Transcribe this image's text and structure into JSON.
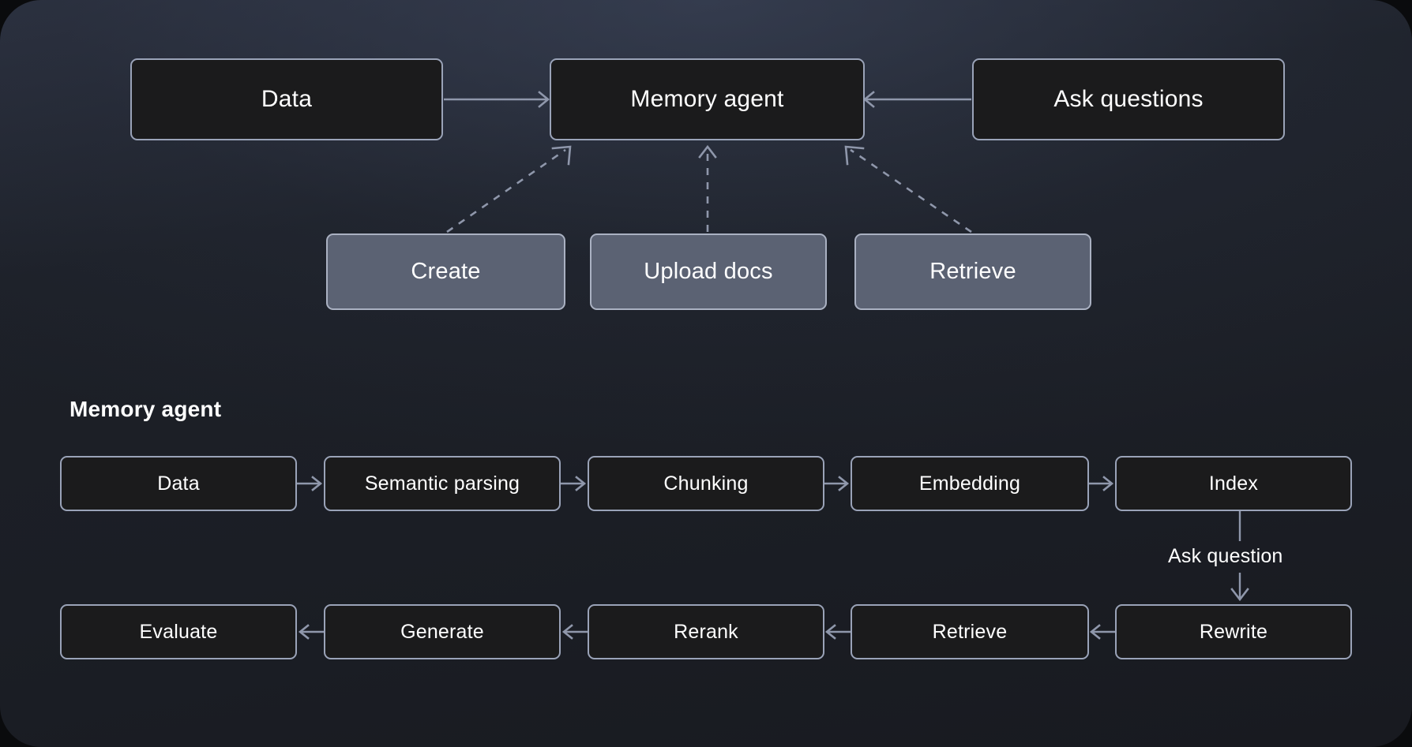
{
  "diagram": {
    "background_color": "#1a1d23",
    "box_fill_dark": "#1b1b1c",
    "box_fill_slate": "#5b6273",
    "border_color": "#9aa3b8",
    "connector_color": "#8f97ab",
    "text_color": "#ffffff"
  },
  "top_section": {
    "nodes": [
      {
        "id": "data",
        "label": "Data",
        "style": "dark"
      },
      {
        "id": "memory-agent",
        "label": "Memory agent",
        "style": "dark"
      },
      {
        "id": "ask-questions",
        "label": "Ask questions",
        "style": "dark"
      }
    ],
    "actions": [
      {
        "id": "create",
        "label": "Create",
        "style": "slate"
      },
      {
        "id": "upload-docs",
        "label": "Upload docs",
        "style": "slate"
      },
      {
        "id": "retrieve",
        "label": "Retrieve",
        "style": "slate"
      }
    ],
    "edges": [
      {
        "from": "Data",
        "to": "Memory agent",
        "style": "solid",
        "direction": "right"
      },
      {
        "from": "Ask questions",
        "to": "Memory agent",
        "style": "solid",
        "direction": "left"
      },
      {
        "from": "Create",
        "to": "Memory agent",
        "style": "dashed",
        "direction": "up-right"
      },
      {
        "from": "Upload docs",
        "to": "Memory agent",
        "style": "dashed",
        "direction": "up"
      },
      {
        "from": "Retrieve",
        "to": "Memory agent",
        "style": "dashed",
        "direction": "up-left"
      }
    ]
  },
  "bottom_section": {
    "title": "Memory agent",
    "row_one": [
      {
        "id": "p-data",
        "label": "Data"
      },
      {
        "id": "p-semantic-parsing",
        "label": "Semantic parsing"
      },
      {
        "id": "p-chunking",
        "label": "Chunking"
      },
      {
        "id": "p-embedding",
        "label": "Embedding"
      },
      {
        "id": "p-index",
        "label": "Index"
      }
    ],
    "row_two": [
      {
        "id": "p-evaluate",
        "label": "Evaluate"
      },
      {
        "id": "p-generate",
        "label": "Generate"
      },
      {
        "id": "p-rerank",
        "label": "Rerank"
      },
      {
        "id": "p-retrieve",
        "label": "Retrieve"
      },
      {
        "id": "p-rewrite",
        "label": "Rewrite"
      }
    ],
    "connector_label": "Ask question",
    "flow_row_one_direction": "left-to-right",
    "flow_row_two_direction": "right-to-left"
  }
}
